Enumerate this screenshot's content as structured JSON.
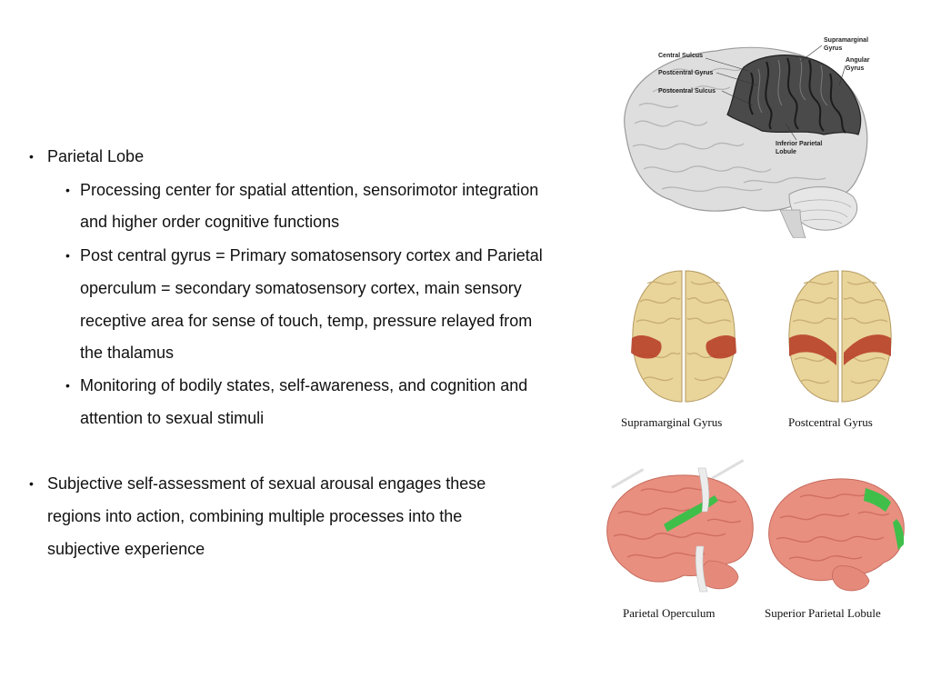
{
  "bullets": {
    "b1": "Parietal Lobe",
    "b1_1_l1": "Processing center for spatial attention, sensorimotor integration",
    "b1_1_l2": "and higher order cognitive functions",
    "b1_2_l1": "Post central gyrus = Primary somatosensory cortex and Parietal",
    "b1_2_l2": "operculum = secondary somatosensory cortex, main sensory",
    "b1_2_l3": "receptive area for sense of touch, temp, pressure relayed from",
    "b1_2_l4": "the thalamus",
    "b1_3_l1": "Monitoring of bodily states, self-awareness,  and cognition and",
    "b1_3_l2": "attention to sexual stimuli",
    "b2_l1": "Subjective self-assessment of sexual arousal engages these",
    "b2_l2": "regions into action, combining multiple processes into the",
    "b2_l3": "subjective experience",
    "dot": "•"
  },
  "top_figure": {
    "labels": {
      "central_sulcus": "Central Sulcus",
      "postcentral_gyrus": "Postcentral Gyrus",
      "postcentral_sulcus": "Postcentral Sulcus",
      "supramarginal_l1": "Supramarginal",
      "supramarginal_l2": "Gyrus",
      "angular_l1": "Angular",
      "angular_l2": "Gyrus",
      "inferior_l1": "Inferior Parietal",
      "inferior_l2": "Lobule"
    }
  },
  "captions": {
    "supramarginal": "Supramarginal Gyrus",
    "postcentral": "Postcentral Gyrus",
    "operculum": "Parietal Operculum",
    "superior": "Superior Parietal Lobule"
  },
  "colors": {
    "highlight_red": "#b8402a",
    "highlight_green": "#3fbf4a",
    "brain_tan": "#e9d49a",
    "brain_pink": "#e98f80",
    "brain_gray": "#dcdcdc",
    "brain_dark": "#3a3a3a"
  }
}
